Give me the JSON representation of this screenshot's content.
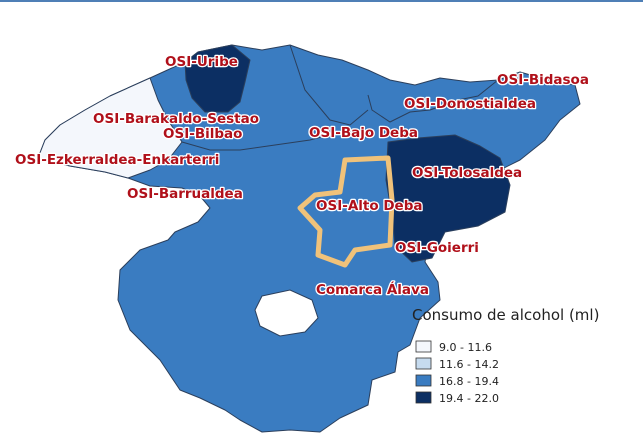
{
  "labels": {
    "uribe": "OSI-Uribe",
    "bidasoa": "OSI-Bidasoa",
    "donostialdea": "OSI-Donostialdea",
    "barakaldo": "OSI-Barakaldo-Sestao",
    "bilbao": "OSI-Bilbao",
    "bajo_deba": "OSI-Bajo Deba",
    "ezkerraldea": "OSI-Ezkerraldea-Enkarterri",
    "tolosaldea": "OSI-Tolosaldea",
    "barrualdea": "OSI-Barrualdea",
    "alto_deba": "OSI-Alto Deba",
    "goierri": "OSI-Goierri",
    "alava": "Comarca Álava"
  },
  "legend": {
    "title": "Consumo de alcohol (ml)",
    "classes": [
      {
        "label": "9.0 - 11.6",
        "color": "#f4f7fc"
      },
      {
        "label": "11.6 - 14.2",
        "color": "#c6dbef"
      },
      {
        "label": "16.8 - 19.4",
        "color": "#3a7cc1"
      },
      {
        "label": "19.4 - 22.0",
        "color": "#0c2f63"
      }
    ]
  },
  "colors": {
    "highlight_outline": "#f0c27a",
    "label_text": "#b0101a"
  }
}
